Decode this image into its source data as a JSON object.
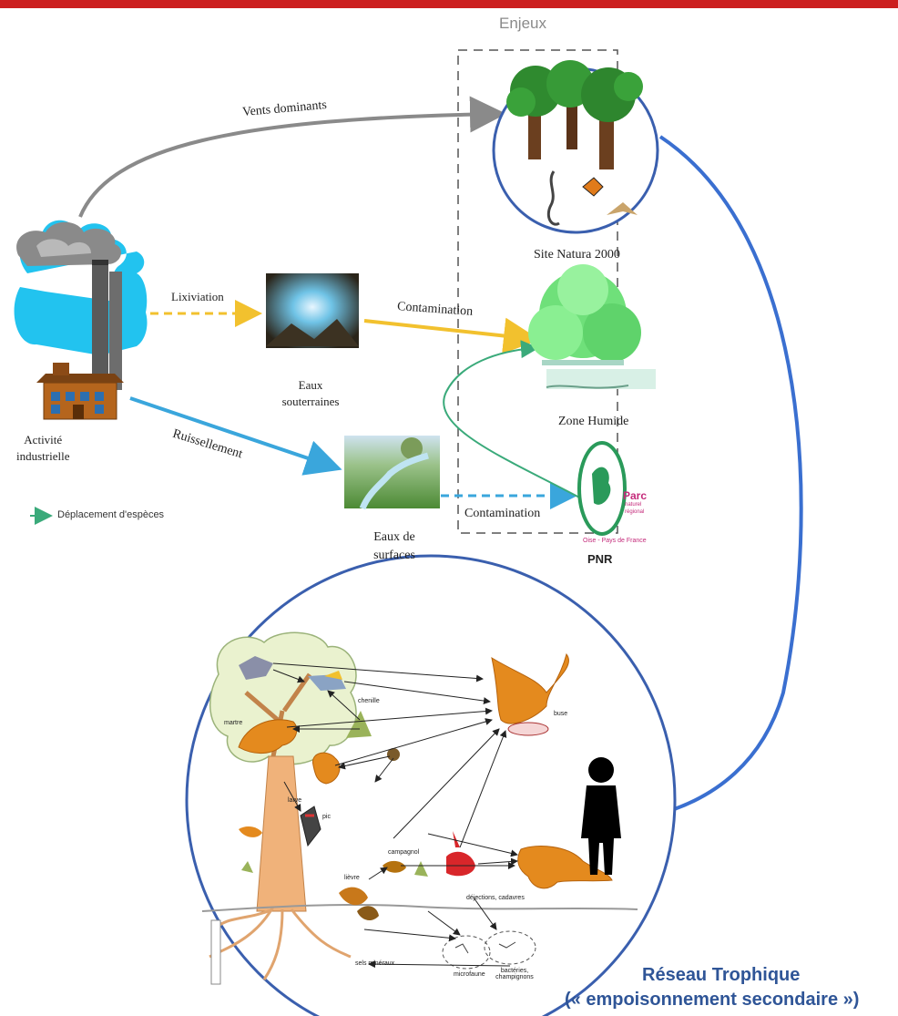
{
  "header": {
    "stakes_label": "Enjeux"
  },
  "nodes": {
    "industry": "Activité\nindustrielle",
    "groundwater": "Eaux\nsouterraines",
    "surface_water": "Eaux de\nsurfaces",
    "natura": "Site Natura 2000",
    "wetland": "Zone Humide",
    "pnr": "PNR",
    "pnr_logo_text": [
      "Parc",
      "naturel",
      "régional",
      "Oise - Pays de France"
    ]
  },
  "flows": {
    "winds": "Vents dominants",
    "leaching": "Lixiviation",
    "runoff": "Ruissellement",
    "contamination_1": "Contamination",
    "contamination_2": "Contamination"
  },
  "legend": {
    "species_movement": "Déplacement d'espèces"
  },
  "food_web": {
    "labels": [
      "chenille",
      "martre",
      "buse",
      "pic",
      "larve",
      "campagnol",
      "lièvre",
      "déjections, cadavres",
      "sels minéraux",
      "microfaune",
      "bactéries, champignons"
    ],
    "title": "Réseau Trophique",
    "subtitle": "(« empoisonnement secondaire »)"
  },
  "colors": {
    "top_bar": "#cc1f1f",
    "wind_arrow": "#8a8a8a",
    "leaching_arrow": "#f2c12e",
    "runoff_arrow": "#3aa6dc",
    "species_arrow": "#3aaa7a",
    "circle_border": "#3a5fae",
    "title_blue": "#2f5597"
  }
}
